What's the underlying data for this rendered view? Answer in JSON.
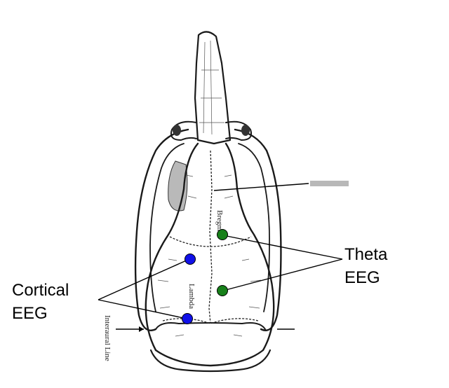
{
  "labels": {
    "cortical": "Cortical\nEEG",
    "theta": "Theta\nEEG",
    "bregma": "Bregma",
    "lambda": "Lambda",
    "interaural": "Interaural Line"
  },
  "colors": {
    "cortical_electrode": "#1010e8",
    "theta_electrode": "#17801a",
    "outline": "#1a1a1a",
    "text": "#000000"
  }
}
